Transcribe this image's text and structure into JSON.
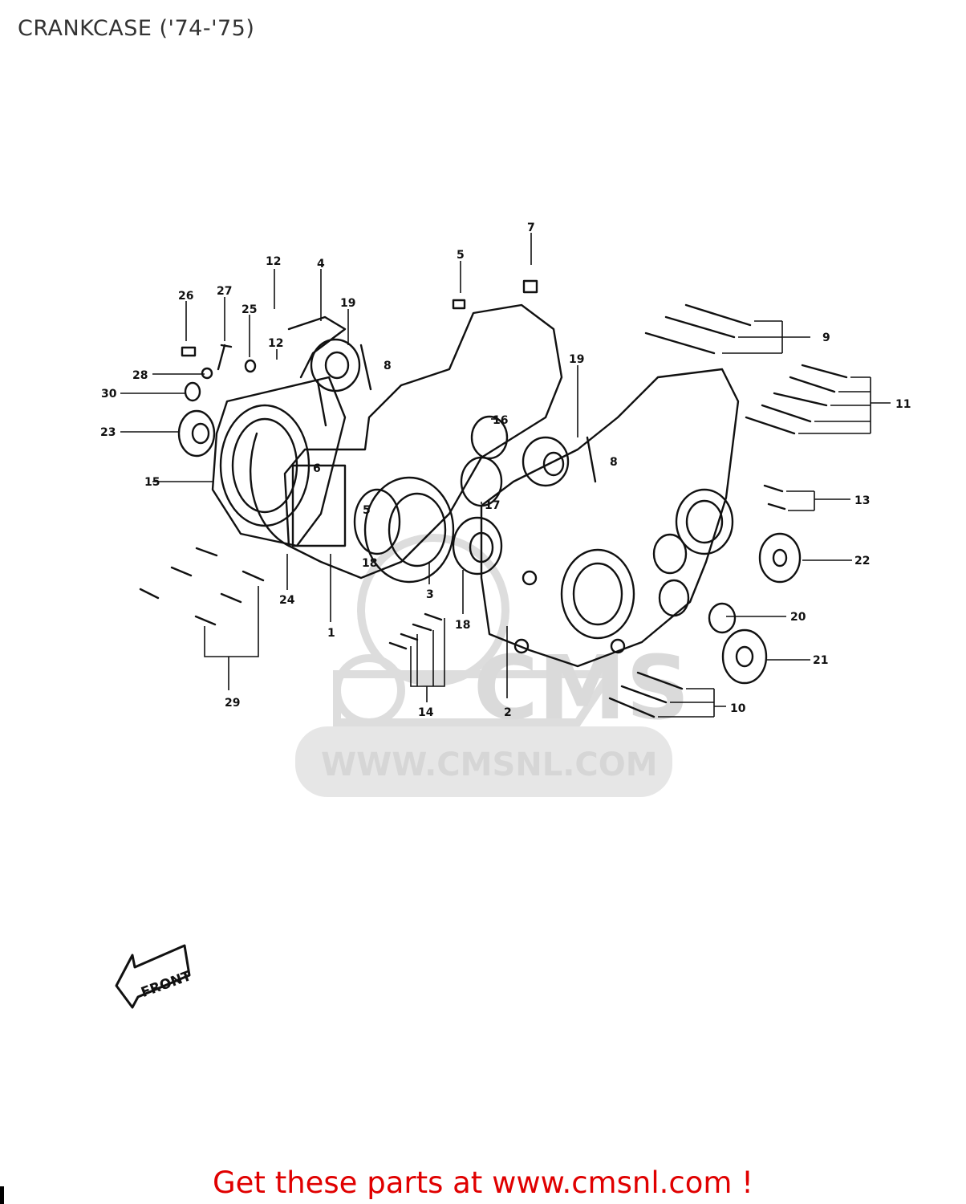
{
  "header": {
    "title": "CRANKCASE ('74-'75)"
  },
  "diagram": {
    "callouts": [
      "1",
      "2",
      "3",
      "4",
      "5",
      "6",
      "7",
      "8",
      "9",
      "10",
      "11",
      "12",
      "13",
      "14",
      "15",
      "16",
      "17",
      "18",
      "19",
      "20",
      "21",
      "22",
      "23",
      "24",
      "25",
      "26",
      "27",
      "28",
      "29",
      "30"
    ],
    "front_arrow_label": "FRONT",
    "watermark": {
      "brand": "CMS",
      "url": "WWW.CMSNL.COM"
    }
  },
  "footer": {
    "link_text": "Get these parts at www.cmsnl.com !"
  }
}
